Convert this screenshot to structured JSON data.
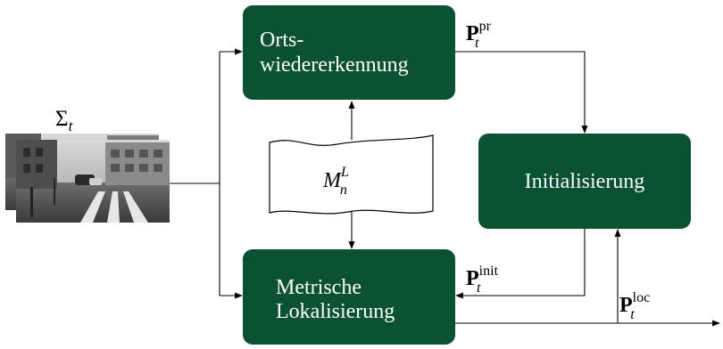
{
  "input": {
    "sigma": "Σ",
    "subscript": "t"
  },
  "blocks": {
    "place_recognition": {
      "line1": "Orts-",
      "line2": "wiedererkennung"
    },
    "initialization": {
      "label": "Initialisierung"
    },
    "metric_localization": {
      "line1": "Metrische",
      "line2": "Lokalisierung"
    }
  },
  "map": {
    "symbol": "M",
    "subscript": "n",
    "superscript": "L"
  },
  "signals": {
    "p_pr": {
      "symbol": "P",
      "subscript": "t",
      "superscript": "pr"
    },
    "p_init": {
      "symbol": "P",
      "subscript": "t",
      "superscript": "init"
    },
    "p_loc": {
      "symbol": "P",
      "subscript": "t",
      "superscript": "loc"
    }
  },
  "colors": {
    "block_fill": "#0b5233",
    "block_text": "#ffffff",
    "line": "#000000"
  }
}
